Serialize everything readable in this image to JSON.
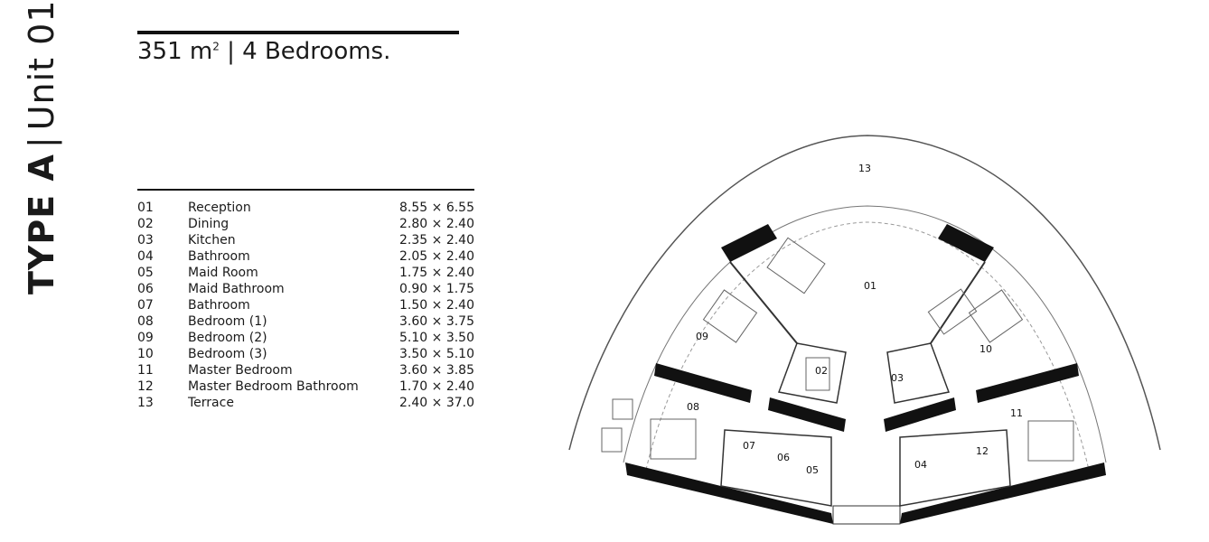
{
  "header": {
    "type_label": "TYPE A",
    "separator": "|",
    "unit_label": "Unit 01.",
    "area_value": "351 m",
    "area_sup": "2",
    "bedrooms_label": " | 4 Bedrooms."
  },
  "rooms": [
    {
      "no": "01",
      "name": "Reception",
      "dims": "8.55 × 6.55"
    },
    {
      "no": "02",
      "name": "Dining",
      "dims": "2.80 × 2.40"
    },
    {
      "no": "03",
      "name": "Kitchen",
      "dims": "2.35 × 2.40"
    },
    {
      "no": "04",
      "name": "Bathroom",
      "dims": "2.05 × 2.40"
    },
    {
      "no": "05",
      "name": "Maid Room",
      "dims": "1.75 × 2.40"
    },
    {
      "no": "06",
      "name": "Maid Bathroom",
      "dims": "0.90 × 1.75"
    },
    {
      "no": "07",
      "name": "Bathroom",
      "dims": "1.50 × 2.40"
    },
    {
      "no": "08",
      "name": "Bedroom (1)",
      "dims": "3.60 × 3.75"
    },
    {
      "no": "09",
      "name": "Bedroom (2)",
      "dims": "5.10 × 3.50"
    },
    {
      "no": "10",
      "name": "Bedroom (3)",
      "dims": "3.50 × 5.10"
    },
    {
      "no": "11",
      "name": "Master Bedroom",
      "dims": "3.60 × 3.85"
    },
    {
      "no": "12",
      "name": "Master Bedroom Bathroom",
      "dims": "1.70 × 2.40"
    },
    {
      "no": "13",
      "name": "Terrace",
      "dims": "2.40 × 37.0"
    }
  ],
  "plan_labels": {
    "terrace": "13",
    "reception": "01",
    "dining": "02",
    "kitchen": "03",
    "bathroom": "04",
    "maid_room": "05",
    "maid_bathroom": "06",
    "bathroom_2": "07",
    "bedroom_1": "08",
    "bedroom_2": "09",
    "bedroom_3": "10",
    "master_bedroom": "11",
    "master_bathroom": "12"
  }
}
